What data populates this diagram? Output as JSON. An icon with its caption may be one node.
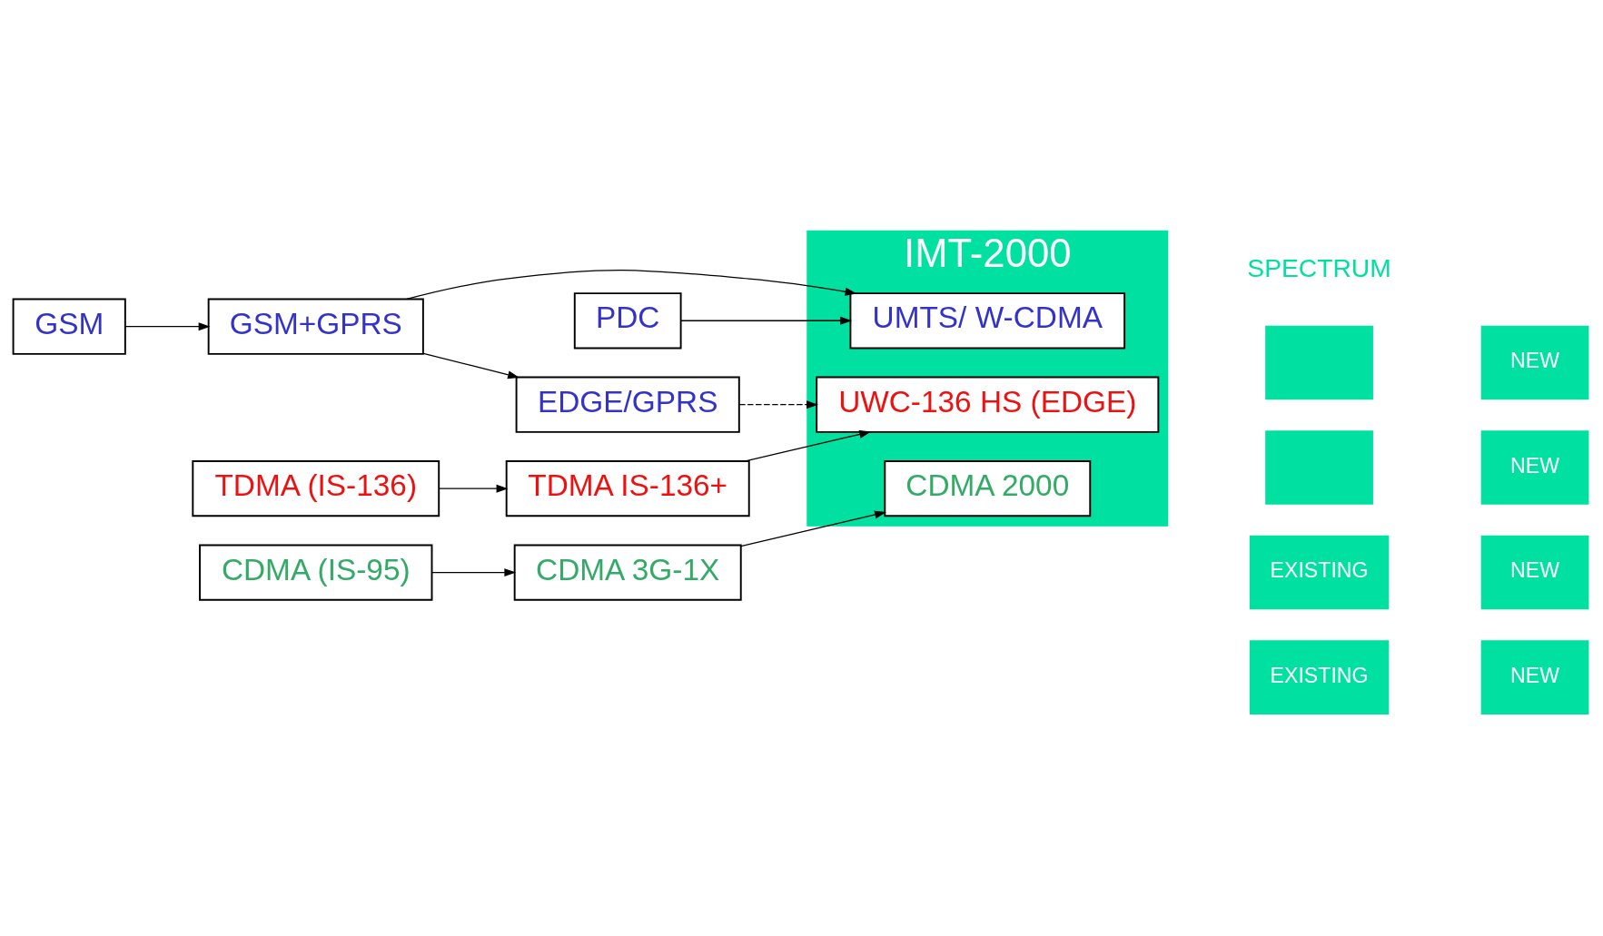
{
  "diagram": {
    "nodes": [
      {
        "text": [
          "EDGE/GPRS"
        ]
      },
      {
        "text": [
          "GSM"
        ]
      },
      {
        "text": [
          "GSM+GPRS"
        ]
      },
      {
        "text": [
          "PDC"
        ]
      },
      {
        "text": [
          "IMT-2000"
        ]
      },
      {
        "text": [
          "UMTS/ W-CDMA"
        ],
        "in": 4
      },
      {
        "text": [
          "UWC-136 HS (EDGE)"
        ],
        "in": 4
      },
      {
        "text": [
          "CDMA 2000"
        ],
        "in": 4
      },
      {
        "text": [
          "TDMA (IS-136)"
        ]
      },
      {
        "text": [
          "TDMA IS-136+"
        ]
      },
      {
        "text": [
          "CDMA (IS-95)"
        ]
      },
      {
        "text": [
          "CDMA 3G-1X"
        ]
      },
      {
        "text": [],
        "shape": "box"
      },
      {
        "text": [
          "NEW"
        ]
      },
      {
        "text": [],
        "shape": "box"
      },
      {
        "text": [
          "NEW"
        ]
      },
      {
        "text": [
          "EXISTING"
        ]
      },
      {
        "text": [
          "NEW"
        ]
      },
      {
        "text": [
          "EXISTING"
        ]
      },
      {
        "text": [
          "NEW"
        ]
      }
    ],
    "edges": [
      {
        "from": 1,
        "to": 2,
        "arrow": "to"
      },
      {
        "from": 2,
        "to": 0,
        "arrow": "to"
      },
      {
        "from": 0,
        "to": 6,
        "arrow": "to",
        "style": "dashed"
      },
      {
        "from": 2,
        "to": 5,
        "arrow": "to"
      },
      {
        "from": 3,
        "to": 5,
        "arrow": "to"
      },
      {
        "from": 8,
        "to": 9,
        "arrow": "to"
      },
      {
        "from": 9,
        "to": 6,
        "arrow": "to"
      },
      {
        "from": 10,
        "to": 11,
        "arrow": "to"
      },
      {
        "from": 11,
        "to": 7,
        "arrow": "to"
      }
    ],
    "labels": [
      "SPECTRUM"
    ]
  }
}
